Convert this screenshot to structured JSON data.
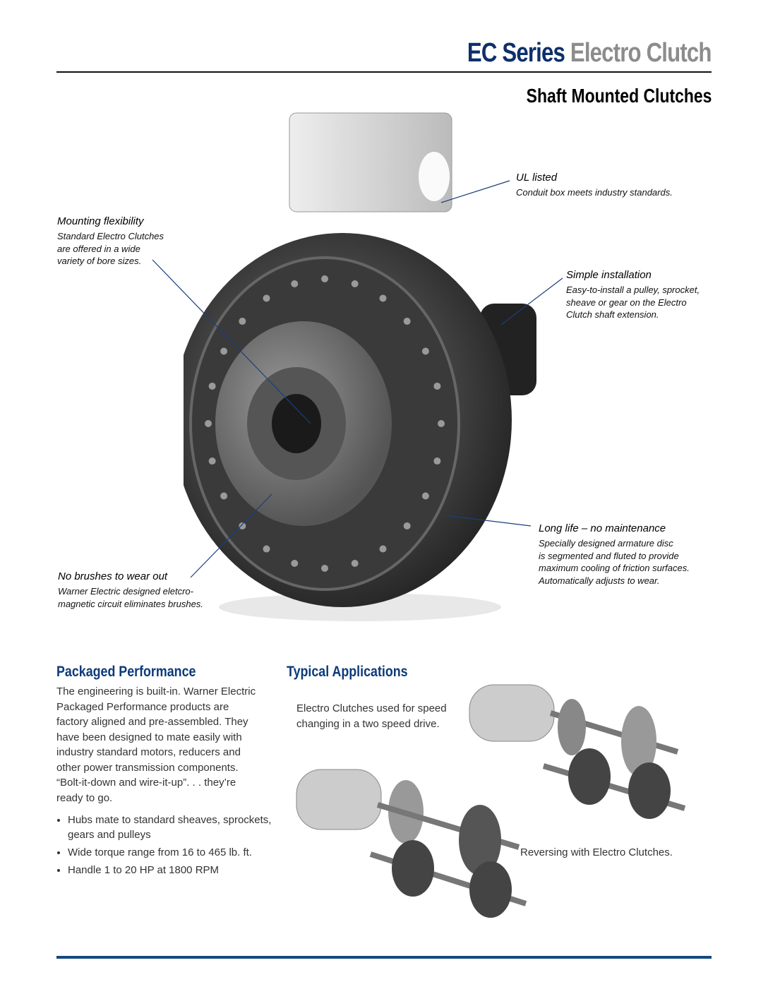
{
  "header": {
    "title_part1": "EC Series",
    "title_part2": "Electro Clutch",
    "subtitle": "Shaft Mounted Clutches"
  },
  "callouts": [
    {
      "title": "UL listed",
      "text": "Conduit box meets industry standards."
    },
    {
      "title": "Mounting flexibility",
      "lines": [
        "Standard Electro Clutches",
        "are offered in a wide",
        "variety of bore sizes."
      ]
    },
    {
      "title": "Simple installation",
      "lines": [
        "Easy-to-install a pulley, sprocket,",
        "sheave or gear on the Electro",
        "Clutch shaft extension."
      ]
    },
    {
      "title": "Long life – no maintenance",
      "lines": [
        "Specially designed armature disc",
        "is segmented and fluted to provide",
        "maximum cooling of friction surfaces.",
        "Automatically adjusts to wear."
      ]
    },
    {
      "title": "No brushes to wear out",
      "lines": [
        "Warner Electric designed eletcro-",
        "magnetic circuit eliminates brushes."
      ]
    }
  ],
  "packaged": {
    "heading": "Packaged Performance",
    "lines": [
      "The engineering is built-in. Warner Electric",
      "Packaged Performance products are",
      "factory aligned and pre-assembled. They",
      "have been designed to mate easily with",
      "industry standard motors, reducers and",
      "other power transmission components.",
      "“Bolt-it-down and wire-it-up”. . . they’re",
      "ready to go."
    ],
    "bullets": [
      "Hubs mate to standard sheaves, sprockets, gears and pulleys",
      "Wide torque range from 16 to 465 lb. ft.",
      "Handle 1 to 20 HP at 1800 RPM"
    ]
  },
  "applications": {
    "heading": "Typical Applications",
    "caption1_lines": [
      "Electro Clutches used for speed",
      "changing in a two speed drive."
    ],
    "caption2": "Reversing with Electro Clutches."
  }
}
